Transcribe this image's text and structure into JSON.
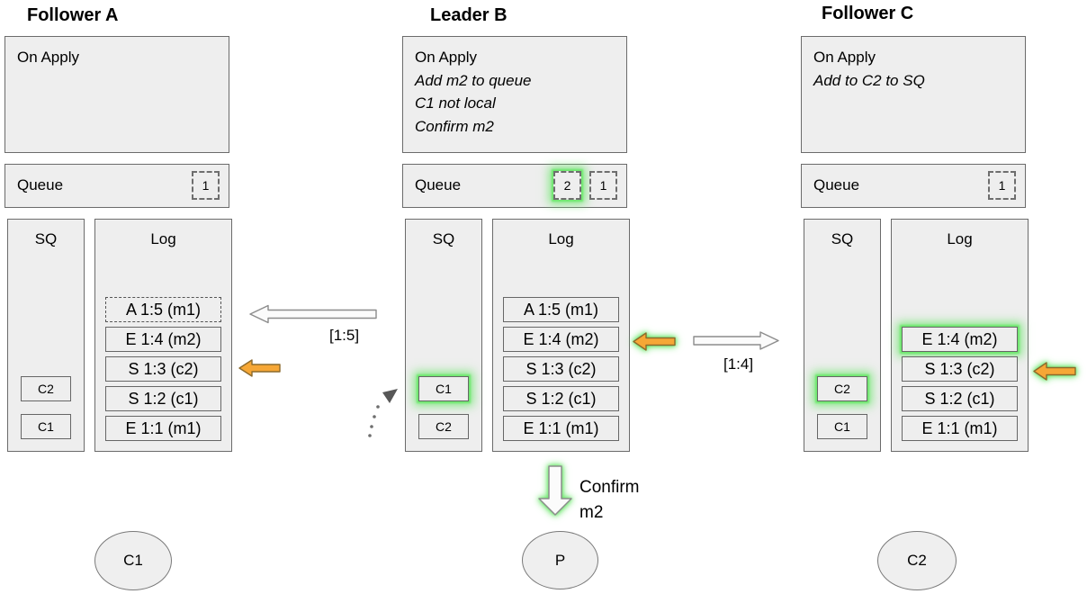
{
  "nodes": [
    {
      "title": "Follower A",
      "on_apply": {
        "title": "On Apply",
        "lines": []
      },
      "queue": {
        "label": "Queue",
        "items": [
          {
            "value": "1",
            "highlight": false
          }
        ]
      },
      "sq": {
        "label": "SQ",
        "items": [
          {
            "value": "C2",
            "highlight": false
          },
          {
            "value": "C1",
            "highlight": false
          }
        ]
      },
      "log": {
        "label": "Log",
        "entries": [
          {
            "text": "A 1:5 (m1)",
            "style": "dashed",
            "highlight": false
          },
          {
            "text": "E 1:4 (m2)",
            "style": "solid",
            "highlight": false
          },
          {
            "text": "S 1:3 (c2)",
            "style": "solid",
            "highlight": false
          },
          {
            "text": "S 1:2 (c1)",
            "style": "solid",
            "highlight": false
          },
          {
            "text": "E 1:1 (m1)",
            "style": "solid",
            "highlight": false
          }
        ]
      },
      "client": "C1"
    },
    {
      "title": "Leader B",
      "on_apply": {
        "title": "On Apply",
        "lines": [
          "Add m2 to queue",
          "C1 not local",
          "Confirm m2"
        ]
      },
      "queue": {
        "label": "Queue",
        "items": [
          {
            "value": "2",
            "highlight": true
          },
          {
            "value": "1",
            "highlight": false
          }
        ]
      },
      "sq": {
        "label": "SQ",
        "items": [
          {
            "value": "C1",
            "highlight": true
          },
          {
            "value": "C2",
            "highlight": false
          }
        ]
      },
      "log": {
        "label": "Log",
        "entries": [
          {
            "text": "A 1:5 (m1)",
            "style": "solid",
            "highlight": false
          },
          {
            "text": "E 1:4 (m2)",
            "style": "solid",
            "highlight": false
          },
          {
            "text": "S 1:3 (c2)",
            "style": "solid",
            "highlight": false
          },
          {
            "text": "S 1:2 (c1)",
            "style": "solid",
            "highlight": false
          },
          {
            "text": "E 1:1 (m1)",
            "style": "solid",
            "highlight": false
          }
        ]
      },
      "client": "P"
    },
    {
      "title": "Follower C",
      "on_apply": {
        "title": "On Apply",
        "lines": [
          "Add to C2 to SQ"
        ]
      },
      "queue": {
        "label": "Queue",
        "items": [
          {
            "value": "1",
            "highlight": false
          }
        ]
      },
      "sq": {
        "label": "SQ",
        "items": [
          {
            "value": "C2",
            "highlight": true
          },
          {
            "value": "C1",
            "highlight": false
          }
        ]
      },
      "log": {
        "label": "Log",
        "entries": [
          {
            "text": "E 1:4 (m2)",
            "style": "solid",
            "highlight": true
          },
          {
            "text": "S 1:3 (c2)",
            "style": "solid",
            "highlight": false
          },
          {
            "text": "S 1:2 (c1)",
            "style": "solid",
            "highlight": false
          },
          {
            "text": "E 1:1 (m1)",
            "style": "solid",
            "highlight": false
          }
        ]
      },
      "client": "C2"
    }
  ],
  "arrows": {
    "replicate_to_a": {
      "label": "[1:5]",
      "direction": "left"
    },
    "replicate_to_c": {
      "label": "[1:4]",
      "direction": "right"
    },
    "confirm": {
      "label": "Confirm m2",
      "direction": "down"
    }
  },
  "colors": {
    "box_fill": "#eeeeee",
    "box_border": "#666666",
    "highlight_green": "#6ce86c",
    "arrow_orange": "#f6a736",
    "arrow_white": "#fbfbfb"
  }
}
